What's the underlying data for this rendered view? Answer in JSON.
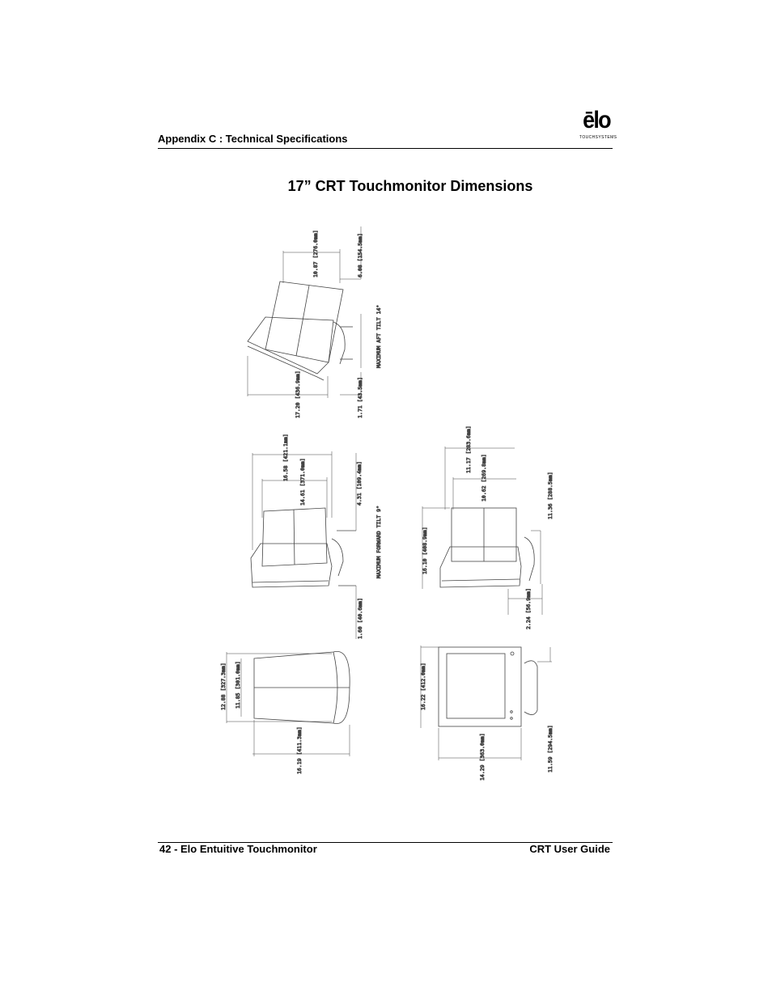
{
  "header": {
    "section": "Appendix C : Technical Specifications",
    "logo_mark": "ēlo",
    "logo_sub": "TOUCHSYSTEMS"
  },
  "page_title": "17” CRT Touchmonitor Dimensions",
  "dimensions": {
    "aft_tilt": {
      "d1": "10.87 [276.0mm]",
      "d2": "6.08 [154.5mm]",
      "label": "MAXIMUM AFT TILT 14°",
      "d3": "17.20 [436.9mm]",
      "d4": "1.71 [43.5mm]"
    },
    "forward_tilt": {
      "d1": "16.58 [421.1mm]",
      "d2": "14.61 [371.0mm]",
      "d3": "4.31 [109.4mm]",
      "label": "MAXIMUM FORWARD TILT 9°",
      "d4": "1.60 [40.6mm]"
    },
    "side": {
      "d1": "11.17 [283.6mm]",
      "d2": "10.62 [269.8mm]",
      "d3": "11.36 [288.5mm]",
      "d4": "16.10 [408.9mm]",
      "d5": "2.24 [56.9mm]"
    },
    "top": {
      "d1": "12.88 [327.3mm]",
      "d2": "11.85 [301.0mm]",
      "d3": "16.19 [411.3mm]"
    },
    "front": {
      "d1": "16.22 [412.0mm]",
      "d2": "14.29 [363.0mm]",
      "d3": "11.59 [294.5mm]"
    }
  },
  "footer": {
    "left": "42 - Elo Entuitive Touchmonitor",
    "right": "CRT User Guide"
  }
}
